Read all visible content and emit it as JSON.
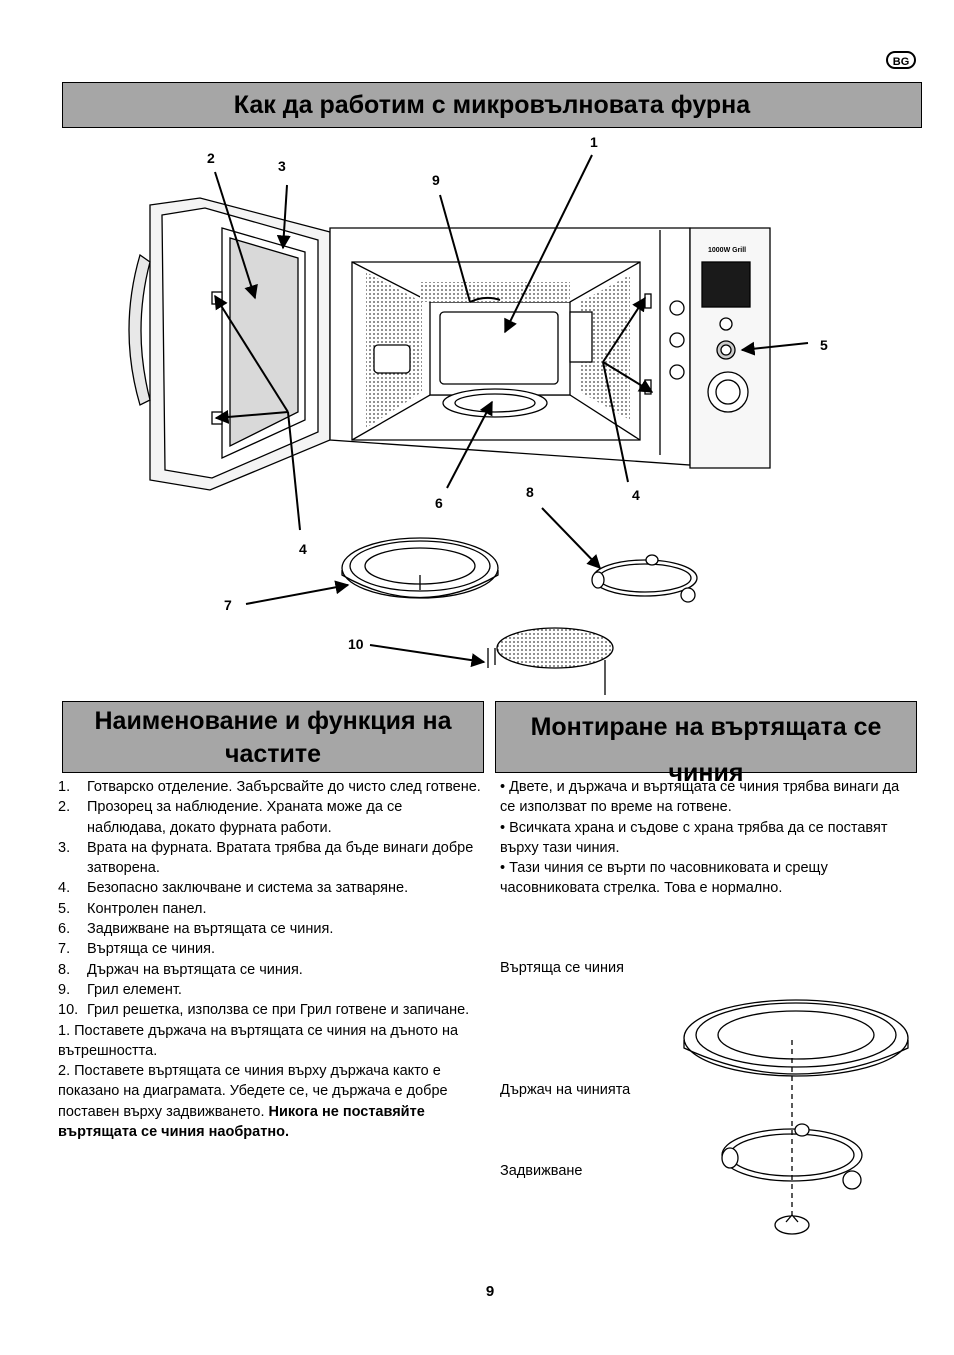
{
  "lang_badge": "BG",
  "title": "Как да работим с микровълновата фурна",
  "callouts": [
    "1",
    "2",
    "3",
    "9",
    "5",
    "6",
    "4",
    "4",
    "8",
    "7",
    "10"
  ],
  "panel_text": "1000W Grill",
  "parts_section": {
    "heading": "Наименование и функция на частите",
    "items": [
      {
        "num": "1.",
        "text": "Готварско отделение. Забърсвайте до чисто след готвене."
      },
      {
        "num": "2.",
        "text": "Прозорец за наблюдение. Храната може да се наблюдава, докато фурната работи."
      },
      {
        "num": "3.",
        "text": "Врата на фурната. Вратата трябва да бъде винаги добре затворена."
      },
      {
        "num": "4.",
        "text": "Безопасно заключване и система за затваряне."
      },
      {
        "num": "5.",
        "text": "Контролен панел."
      },
      {
        "num": "6.",
        "text": "Задвижване на въртящата се чиния."
      },
      {
        "num": "7.",
        "text": "Въртяща се чиния."
      },
      {
        "num": "8.",
        "text": "Държач на въртящата се чиния."
      },
      {
        "num": "9.",
        "text": "Грил елемент."
      },
      {
        "num": "10.",
        "text": "Грил решетка, използва се при Грил готвене и запичане."
      }
    ],
    "step1": "1. Поставете държача на въртящата се  чиния на дъното на вътрешността.",
    "step2_a": "2. Поставете въртящата се чиния върху държача както е показано на диаграмата. Убедете се, че държача е добре поставен върху задвижването. ",
    "step2_b": "Никога не поставяйте въртящата се чиния наобратно."
  },
  "mount_section": {
    "heading": "Монтиране на въртящата се чиния",
    "bullets": [
      "• Двете, и държача и въртящата се чиния трябва винаги да се използват по време на готвене.",
      "• Всичката храна и съдове с храна трябва да се поставят върху тази чиния.",
      "• Тази чиния се върти по часовниковата и срещу часовниковата стрелка. Това е нормално."
    ],
    "label_plate": "Въртяща се чиния",
    "label_holder": "Държач на чинията",
    "label_drive": "Задвижване"
  },
  "page_number": "9"
}
